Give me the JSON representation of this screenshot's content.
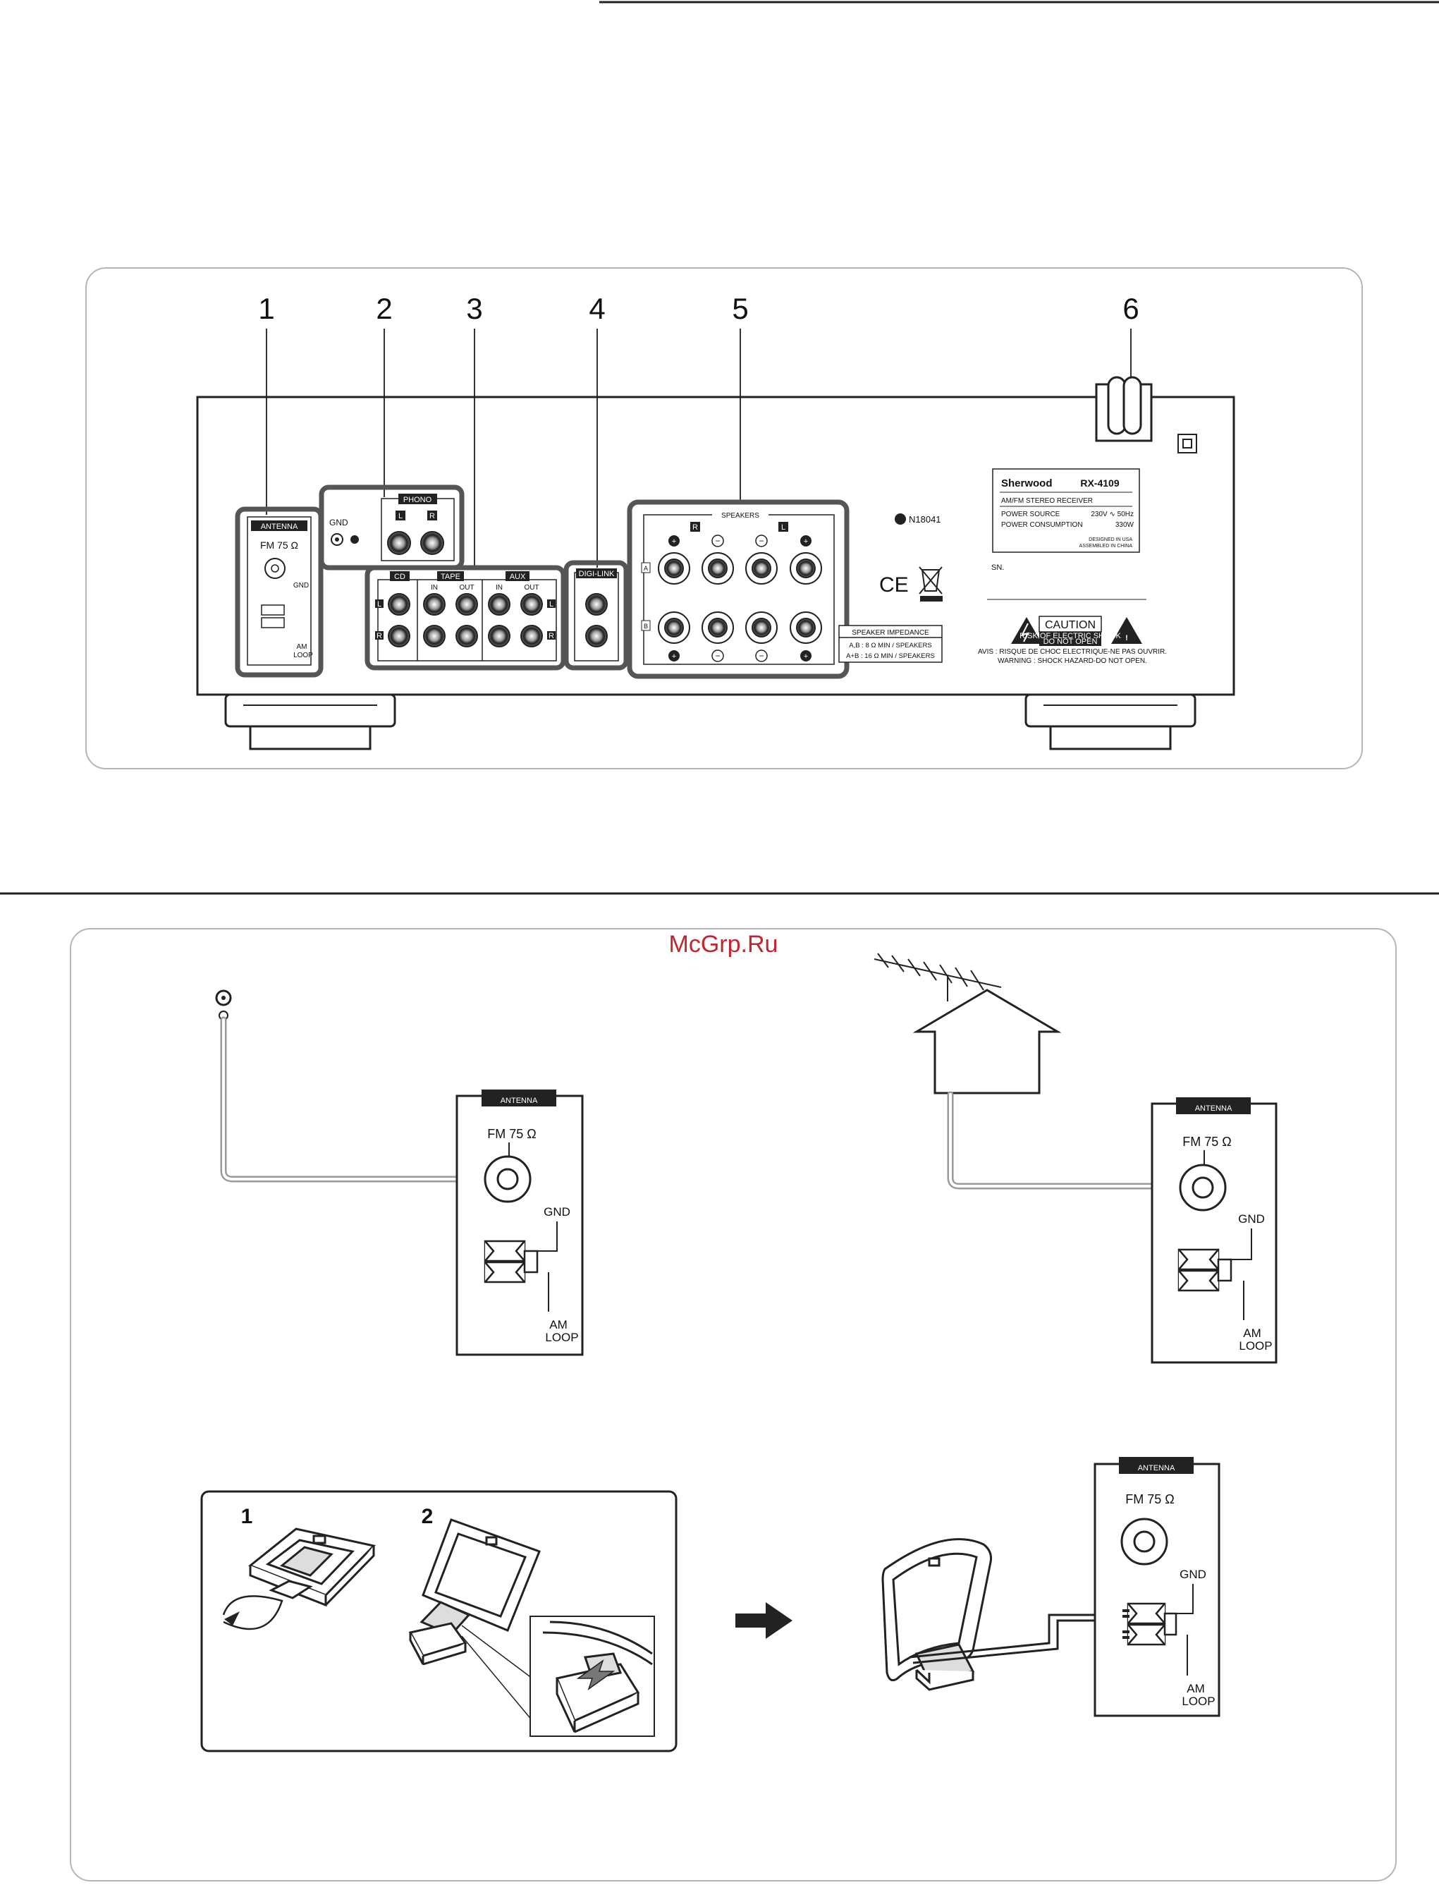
{
  "watermark": "McGrp.Ru",
  "rear_panel": {
    "callouts": [
      "1",
      "2",
      "3",
      "4",
      "5",
      "6"
    ],
    "antenna_header": "ANTENNA",
    "fm_label": "FM 75 Ω",
    "gnd_label": "GND",
    "am_label": "AM",
    "loop_label": "LOOP",
    "gnd_phono": "GND",
    "phono_header": "PHONO",
    "l": "L",
    "r": "R",
    "cd_header": "CD",
    "tape_header": "TAPE",
    "aux_header": "AUX",
    "in": "IN",
    "out": "OUT",
    "digilink_header": "DIGI-LINK",
    "speakers_header": "SPEAKERS",
    "row_a": "A",
    "row_b": "B",
    "impedance_header": "SPEAKER IMPEDANCE",
    "impedance_line1": "A,B : 8 Ω  MIN / SPEAKERS",
    "impedance_line2": "A+B : 16 Ω  MIN / SPEAKERS",
    "cert_mark": "N18041",
    "ce_mark": "CE",
    "nameplate": {
      "brand": "Sherwood",
      "model": "RX-4109",
      "desc": "AM/FM STEREO RECEIVER",
      "power_source_label": "POWER SOURCE",
      "power_source_value": "230V ∿ 50Hz",
      "power_consumption_label": "POWER CONSUMPTION",
      "power_consumption_value": "330W",
      "designed": "DESIGNED IN USA",
      "assembled": "ASSEMBLED IN CHINA"
    },
    "sn_label": "SN.",
    "caution_title": "CAUTION",
    "caution_sub1": "RISK OF ELECTRIC SHOCK",
    "caution_sub2": "DO NOT OPEN",
    "avis": "AVIS : RISQUE DE CHOC ELECTRIQUE-NE PAS OUVRIR.",
    "warning": "WARNING : SHOCK HAZARD-DO NOT OPEN."
  },
  "fm_indoor": {
    "header": "ANTENNA",
    "fm_label": "FM 75 Ω",
    "gnd_label": "GND",
    "am_label": "AM",
    "loop_label": "LOOP"
  },
  "fm_outdoor": {
    "header": "ANTENNA",
    "fm_label": "FM 75 Ω",
    "gnd_label": "GND",
    "am_label": "AM",
    "loop_label": "LOOP"
  },
  "am_loop": {
    "step1": "1",
    "step2": "2",
    "header": "ANTENNA",
    "fm_label": "FM 75 Ω",
    "gnd_label": "GND",
    "am_label": "AM",
    "loop_label": "LOOP"
  }
}
